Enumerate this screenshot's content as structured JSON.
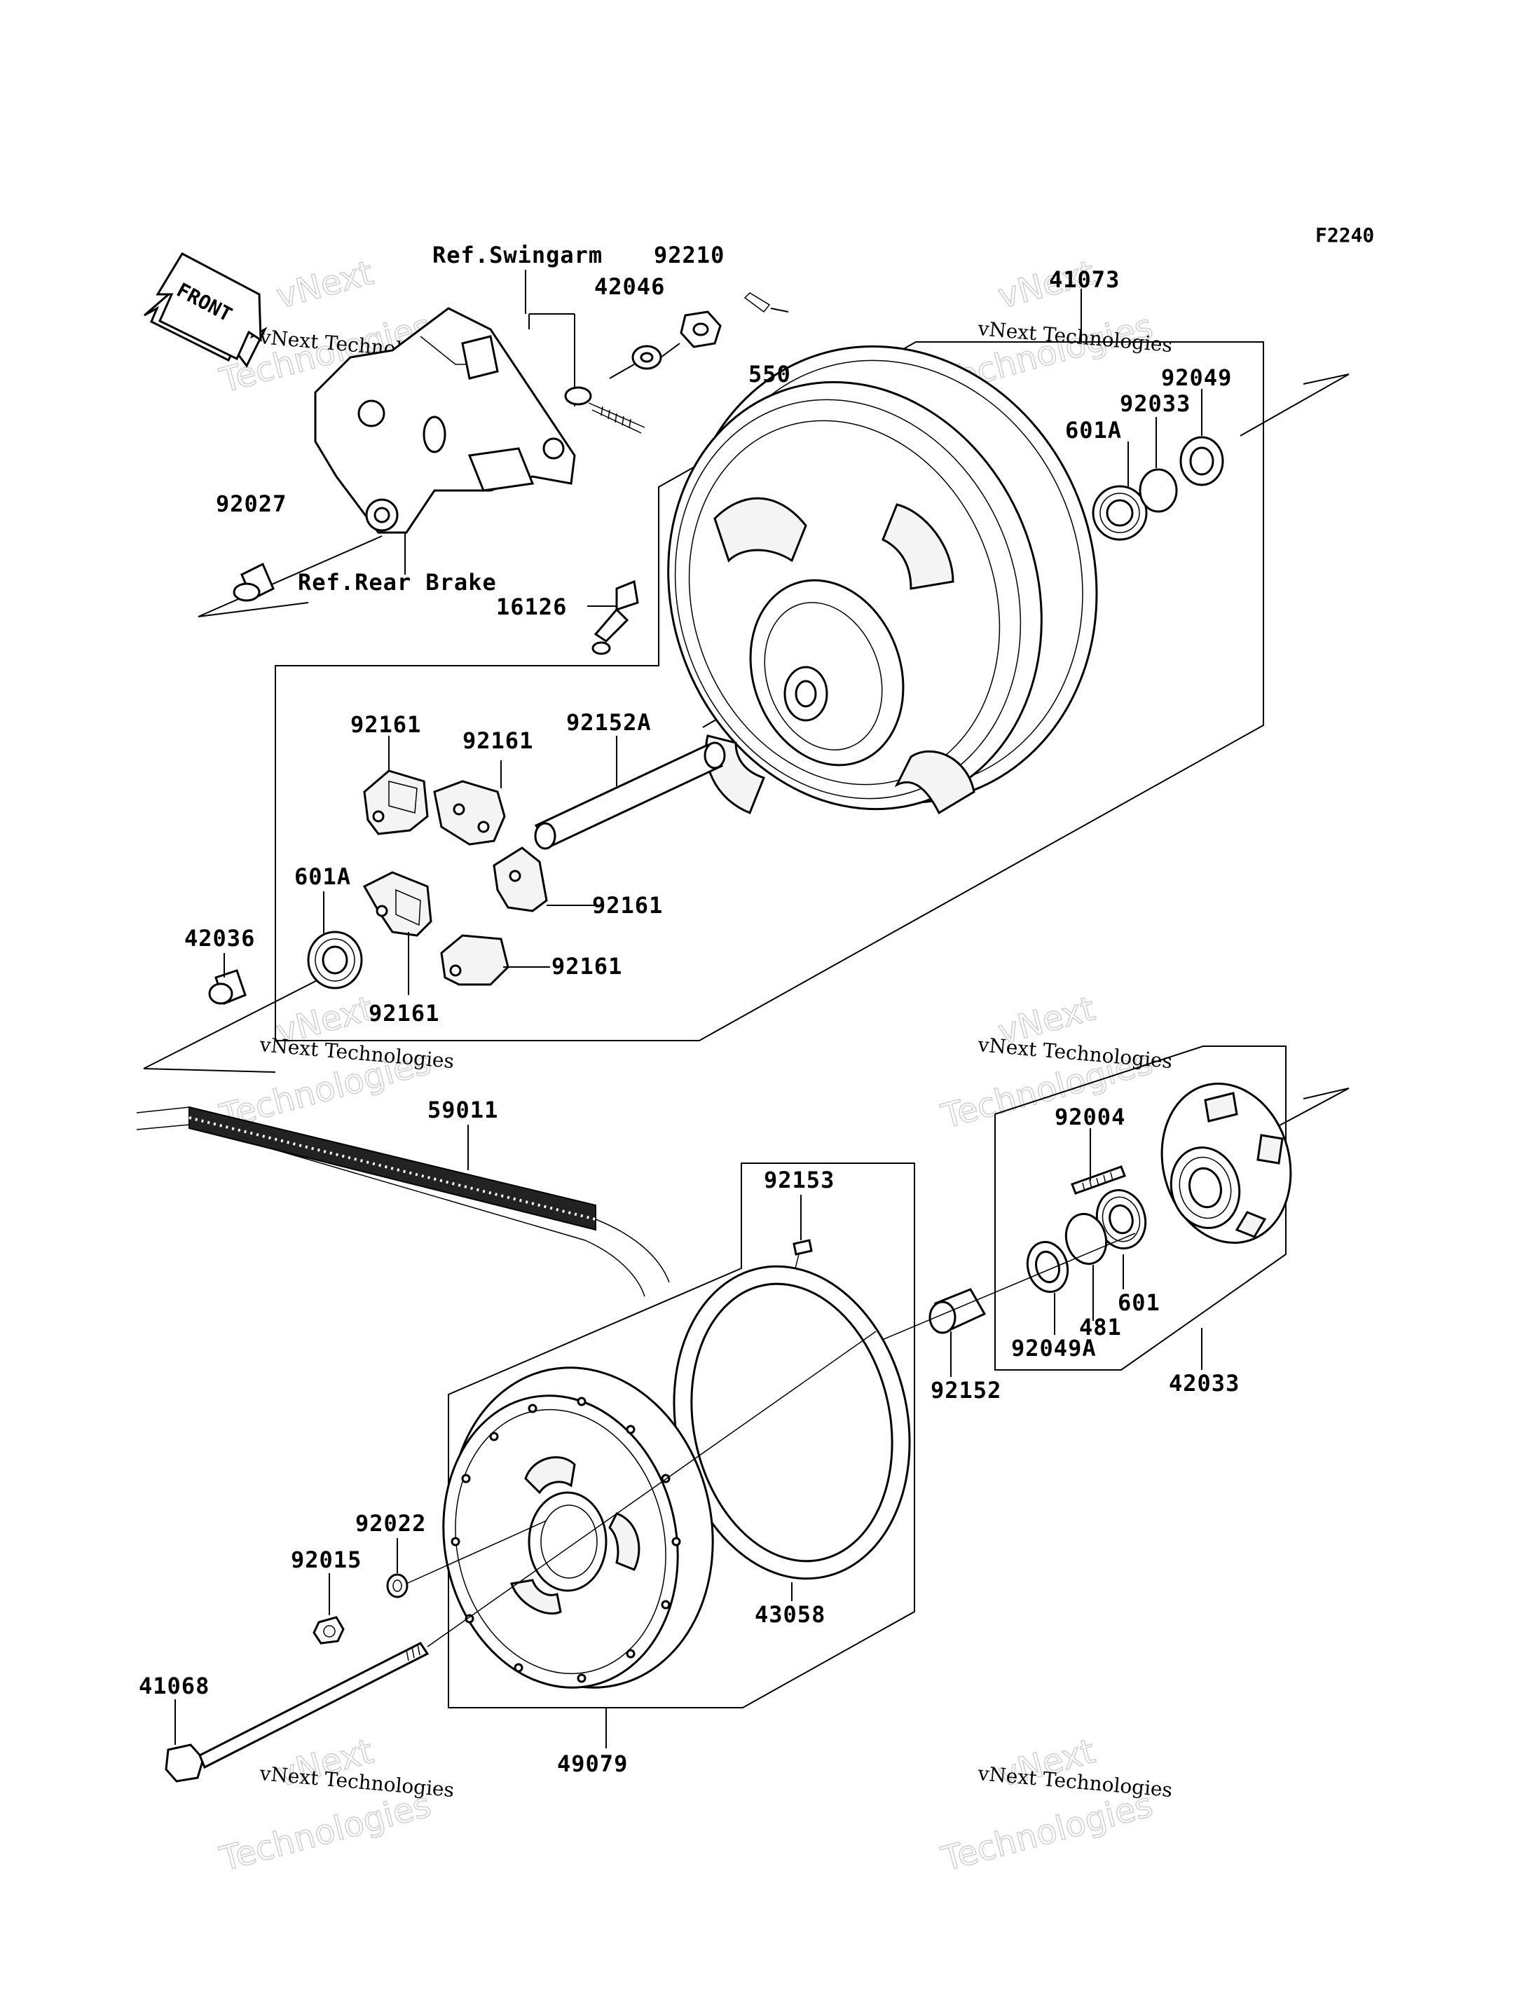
{
  "diagram_code": "F2240",
  "front_label": "FRONT",
  "references": {
    "swingarm": "Ref.Swingarm",
    "rear_brake": "Ref.Rear Brake"
  },
  "watermark": {
    "line1": "vNext",
    "line2": "Technologies",
    "caption": "vNext Technologies"
  },
  "parts": {
    "p92210": "92210",
    "p42046": "42046",
    "p550": "550",
    "p41073": "41073",
    "p92049": "92049",
    "p92033": "92033",
    "p601A_top": "601A",
    "p92027": "92027",
    "p16126": "16126",
    "p92152A": "92152A",
    "p92161_a": "92161",
    "p92161_b": "92161",
    "p92161_c": "92161",
    "p92161_d": "92161",
    "p92161_e": "92161",
    "p601A_left": "601A",
    "p42036": "42036",
    "p59011": "59011",
    "p92004": "92004",
    "p92153": "92153",
    "p601": "601",
    "p481": "481",
    "p92049A": "92049A",
    "p92152": "92152",
    "p42033": "42033",
    "p92022": "92022",
    "p92015": "92015",
    "p43058": "43058",
    "p41068": "41068",
    "p49079": "49079"
  }
}
